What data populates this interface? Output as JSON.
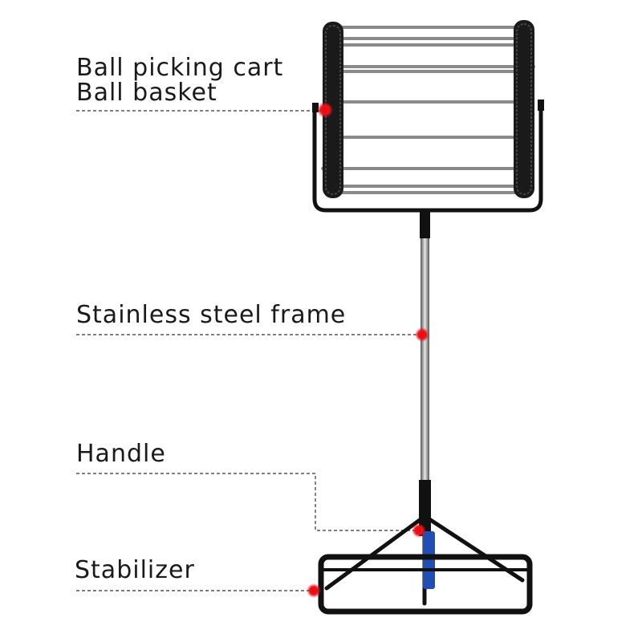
{
  "labels": {
    "cart": "Ball picking cart",
    "basket": "Ball basket",
    "frame": "Stainless steel frame",
    "handle": "Handle",
    "stabilizer": "Stabilizer"
  },
  "colors": {
    "marker": "#e8141b",
    "frame": "#111111",
    "rod": "#9a9a9a",
    "grip": "#1f4fb5"
  }
}
